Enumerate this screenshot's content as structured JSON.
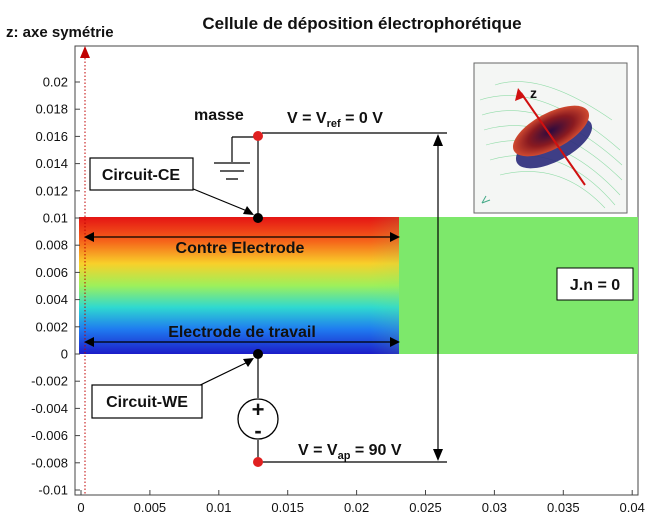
{
  "title": "Cellule de déposition électrophorétique",
  "z_axis_label": "z:  axe symétrie",
  "y_ticks": [
    "0.02",
    "0.018",
    "0.016",
    "0.014",
    "0.012",
    "0.01",
    "0.008",
    "0.006",
    "0.004",
    "0.002",
    "0",
    "-0.002",
    "-0.004",
    "-0.006",
    "-0.008",
    "-0.01"
  ],
  "x_ticks": [
    "0",
    "0.005",
    "0.01",
    "0.015",
    "0.02",
    "0.025",
    "0.03",
    "0.035",
    "0.04"
  ],
  "labels": {
    "masse": "masse",
    "circuit_ce": "Circuit-CE",
    "circuit_we": "Circuit-WE",
    "contre_electrode": "Contre Electrode",
    "electrode_travail": "Electrode de travail",
    "jn": "J.n = 0",
    "inset_z": "z",
    "plus": "+",
    "minus": "-"
  },
  "voltage_ref": {
    "prefix": "V = V",
    "sub": "ref",
    "suffix": " = 0 V"
  },
  "voltage_ap": {
    "prefix": "V = V",
    "sub": "ap",
    "suffix": " = 90 V"
  },
  "colors": {
    "field_background": "#7de86b",
    "high_potential": "#e01010",
    "low_potential": "#1c1cc8",
    "node_red": "#e02020",
    "axis_dotted": "#c00000"
  }
}
